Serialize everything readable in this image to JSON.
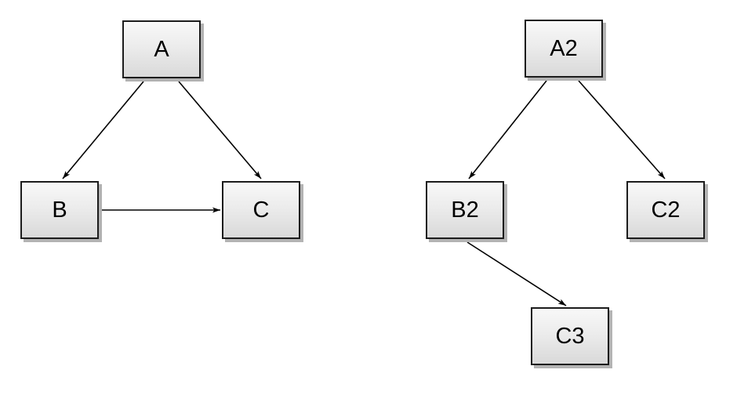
{
  "diagram": {
    "background_color": "#ffffff",
    "node_style": {
      "fill_top": "#f8f8f8",
      "fill_bottom": "#d9d9d9",
      "border_color": "#1c1c1c",
      "shadow_color": "#b3b3b3",
      "text_color": "#000000"
    },
    "edge_style": {
      "stroke_color": "#000000",
      "arrowhead": "filled-triangle"
    },
    "graphs": [
      {
        "name": "left-graph",
        "nodes": [
          {
            "id": "A",
            "label": "A"
          },
          {
            "id": "B",
            "label": "B"
          },
          {
            "id": "C",
            "label": "C"
          }
        ],
        "edges": [
          {
            "from": "A",
            "to": "B"
          },
          {
            "from": "A",
            "to": "C"
          },
          {
            "from": "B",
            "to": "C"
          }
        ]
      },
      {
        "name": "right-graph",
        "nodes": [
          {
            "id": "A2",
            "label": "A2"
          },
          {
            "id": "B2",
            "label": "B2"
          },
          {
            "id": "C2",
            "label": "C2"
          },
          {
            "id": "C3",
            "label": "C3"
          }
        ],
        "edges": [
          {
            "from": "A2",
            "to": "B2"
          },
          {
            "from": "A2",
            "to": "C2"
          },
          {
            "from": "B2",
            "to": "C3"
          }
        ]
      }
    ]
  }
}
